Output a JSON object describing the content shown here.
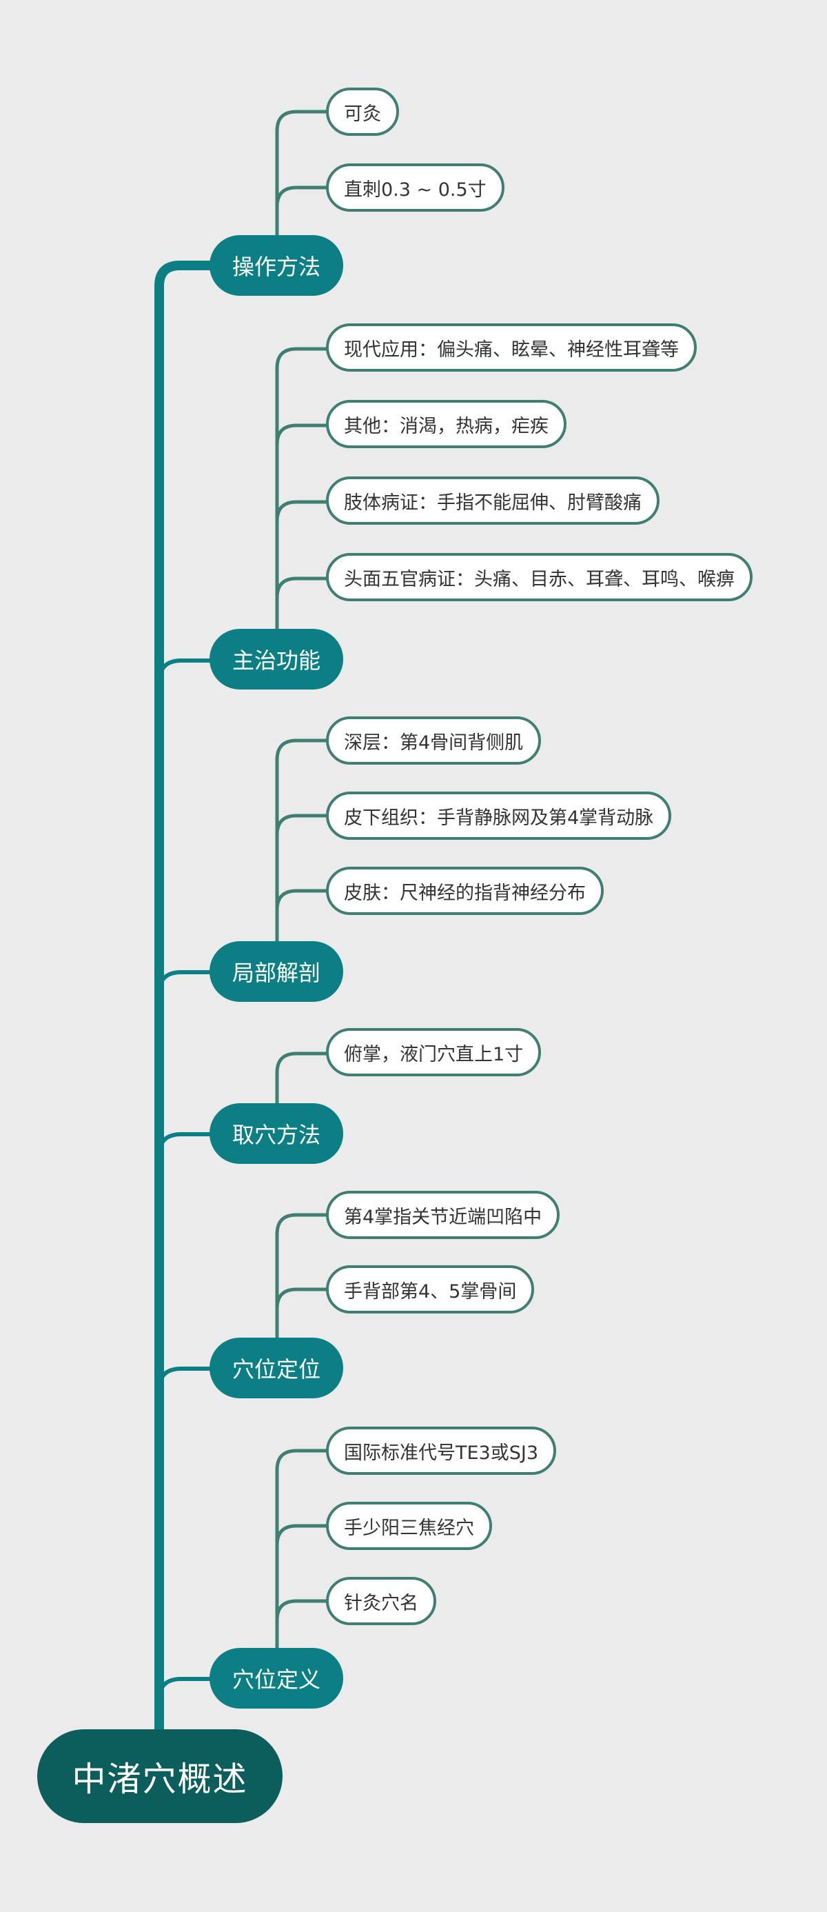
{
  "root": {
    "title": "中渚穴概述"
  },
  "branches": [
    {
      "label": "操作方法",
      "items": [
        "可灸",
        "直刺0.3 ~ 0.5寸"
      ]
    },
    {
      "label": "主治功能",
      "items": [
        "现代应用：偏头痛、眩晕、神经性耳聋等",
        "其他：消渴，热病，疟疾",
        "肢体病证：手指不能屈伸、肘臂酸痛",
        "头面五官病证：头痛、目赤、耳聋、耳鸣、喉痹"
      ]
    },
    {
      "label": "局部解剖",
      "items": [
        "深层：第4骨间背侧肌",
        "皮下组织：手背静脉网及第4掌背动脉",
        "皮肤：尺神经的指背神经分布"
      ]
    },
    {
      "label": "取穴方法",
      "items": [
        "俯掌，液门穴直上1寸"
      ]
    },
    {
      "label": "穴位定位",
      "items": [
        "第4掌指关节近端凹陷中",
        "手背部第4、5掌骨间"
      ]
    },
    {
      "label": "穴位定义",
      "items": [
        "国际标准代号TE3或SJ3",
        "手少阳三焦经穴",
        "针灸穴名"
      ]
    }
  ],
  "colors": {
    "root": "#0b5e5c",
    "branch": "#0c7f84",
    "leaf_border": "#3f7f72",
    "trunk": "#0c7f84",
    "background": "#ebebeb"
  }
}
